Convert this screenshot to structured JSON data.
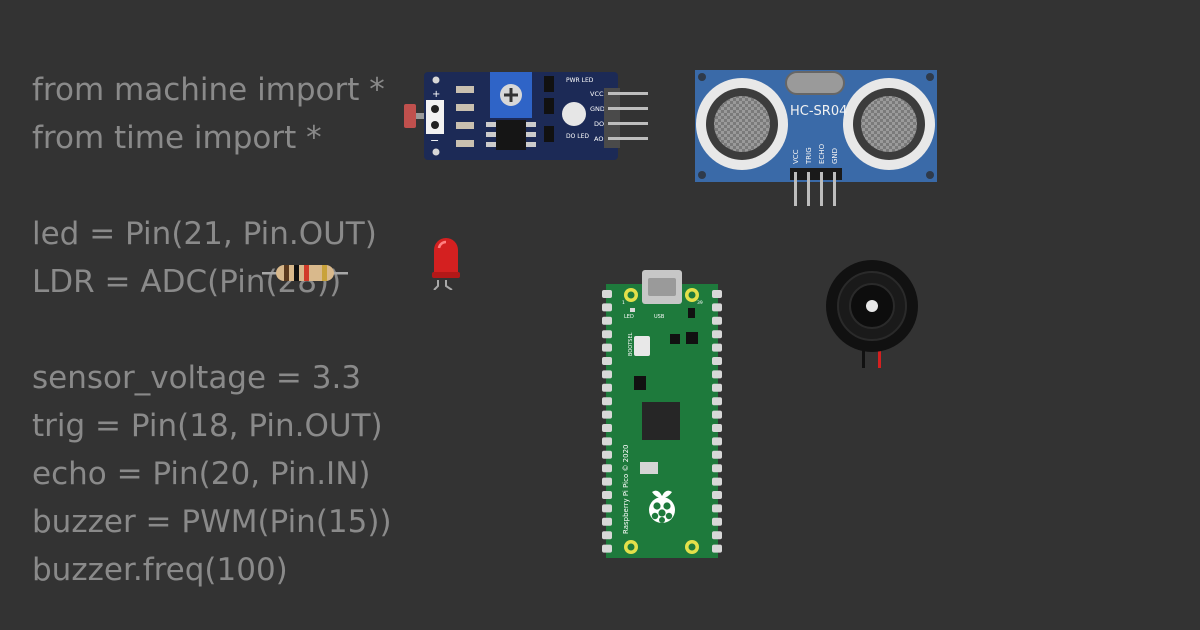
{
  "code_lines": [
    "from machine import *",
    "from time import *",
    "",
    "led = Pin(21, Pin.OUT)",
    "LDR = ADC(Pin(28))",
    "",
    "sensor_voltage = 3.3",
    "trig = Pin(18, Pin.OUT)",
    "echo = Pin(20, Pin.IN)",
    "buzzer = PWM(Pin(15))",
    "buzzer.freq(100)"
  ],
  "ldr_module": {
    "plus": "+",
    "minus": "−",
    "pwr_led": "PWR\nLED",
    "do_led": "DO\nLED",
    "pin_vcc": "VCC",
    "pin_gnd": "GND",
    "pin_do": "DO",
    "pin_ao": "AO"
  },
  "hcsr04": {
    "title": "HC-SR04",
    "pin_vcc": "VCC",
    "pin_trig": "TRIG",
    "pin_echo": "ECHO",
    "pin_gnd": "GND"
  },
  "pico": {
    "led_label": "LED",
    "usb_label": "USB",
    "bootsel_label": "BOOTSEL",
    "pin_1": "1",
    "pin_39": "39",
    "board_text": "Raspberry Pi Pico © 2020"
  },
  "colors": {
    "background": "#333333",
    "code_text": "#8a8a8a",
    "ldr_board": "#1c2a56",
    "hcsr04_board": "#3a6aa8",
    "pico_board": "#1e7a3c",
    "led_red": "#d42020"
  }
}
